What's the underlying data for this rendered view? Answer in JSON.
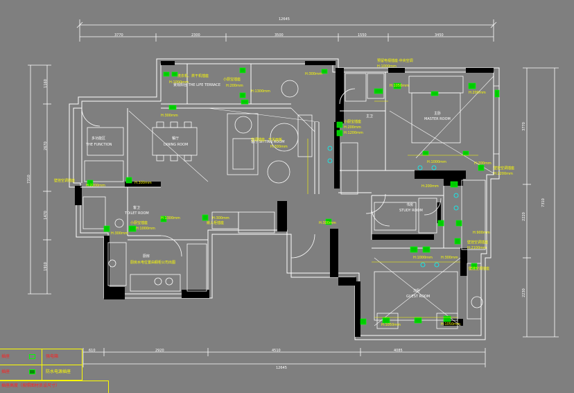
{
  "dimensions": {
    "top_total": "12645",
    "top_segments": [
      "3770",
      "2300",
      "3500",
      "1550",
      "3450"
    ],
    "left_total": "7310",
    "left_segments": [
      "1160",
      "2670",
      "1470",
      "1910"
    ],
    "right_total": "7310",
    "right_segments": [
      "3770",
      "2220",
      "2230"
    ],
    "bottom_segments": [
      "610",
      "2920",
      "4510",
      "4085"
    ],
    "bottom_total": "12645"
  },
  "rooms": {
    "terrace": "景观阳台 THE LIFE TERRACE",
    "function_cn": "多功能区",
    "function_en": "THE FUNCTION",
    "dining_cn": "餐厅",
    "dining_en": "DINING ROOM",
    "living": "客厅 SITTING ROOM",
    "master_cn": "主卧",
    "master_en": "MASTER ROOM",
    "master_toilet": "主卫",
    "toilet_cn": "客卫",
    "toilet_en": "TOILET ROOM",
    "kitchen": "厨房",
    "study_cn": "书房",
    "study_en": "STUDY ROOM",
    "guest_cn": "次卧",
    "guest_en": "GUEST ROOM"
  },
  "annotations": {
    "top_note": "预留电视插座·中央空调",
    "terrace_note": "洗衣机、烘干机插座",
    "small_kitchen": "小厨宝插座",
    "living_ac": "空调插座、开关面板",
    "master_small": "小厨宝插座",
    "master_side": "壁挂空调插座",
    "function_ac": "壁挂空调插座",
    "toilet_small": "小厨宝插座",
    "cabinet_note": "嵌入柜插座",
    "kitchen_note": "厨房水电位置由橱柜公司出图",
    "study_ac": "壁挂空调插座",
    "guest_ac": "壁挂空调插座"
  },
  "heights": {
    "h300": "H:300mm",
    "h200": "H:200mm",
    "h1000": "H:1000mm",
    "h1300": "H:1300mm",
    "h2200": "H:2200mm",
    "h900": "H:900mm",
    "h2100": "H:2100mm",
    "h300_living": "H:300mm",
    "h1200": "H:1200mm",
    "h1050": "H:1050mm"
  },
  "legend": {
    "row1_a": "插座",
    "row1_b": "强电箱",
    "row2_a": "插座",
    "row2_b": "防水电源插座",
    "footer": "插座高度（按照图材员设尺寸）"
  },
  "colors": {
    "background": "#7f7f7f",
    "wall": "#000000",
    "line": "#ffffff",
    "socket": "#00ff00",
    "text_height": "#ffff00",
    "legend_red": "#ff2020"
  }
}
